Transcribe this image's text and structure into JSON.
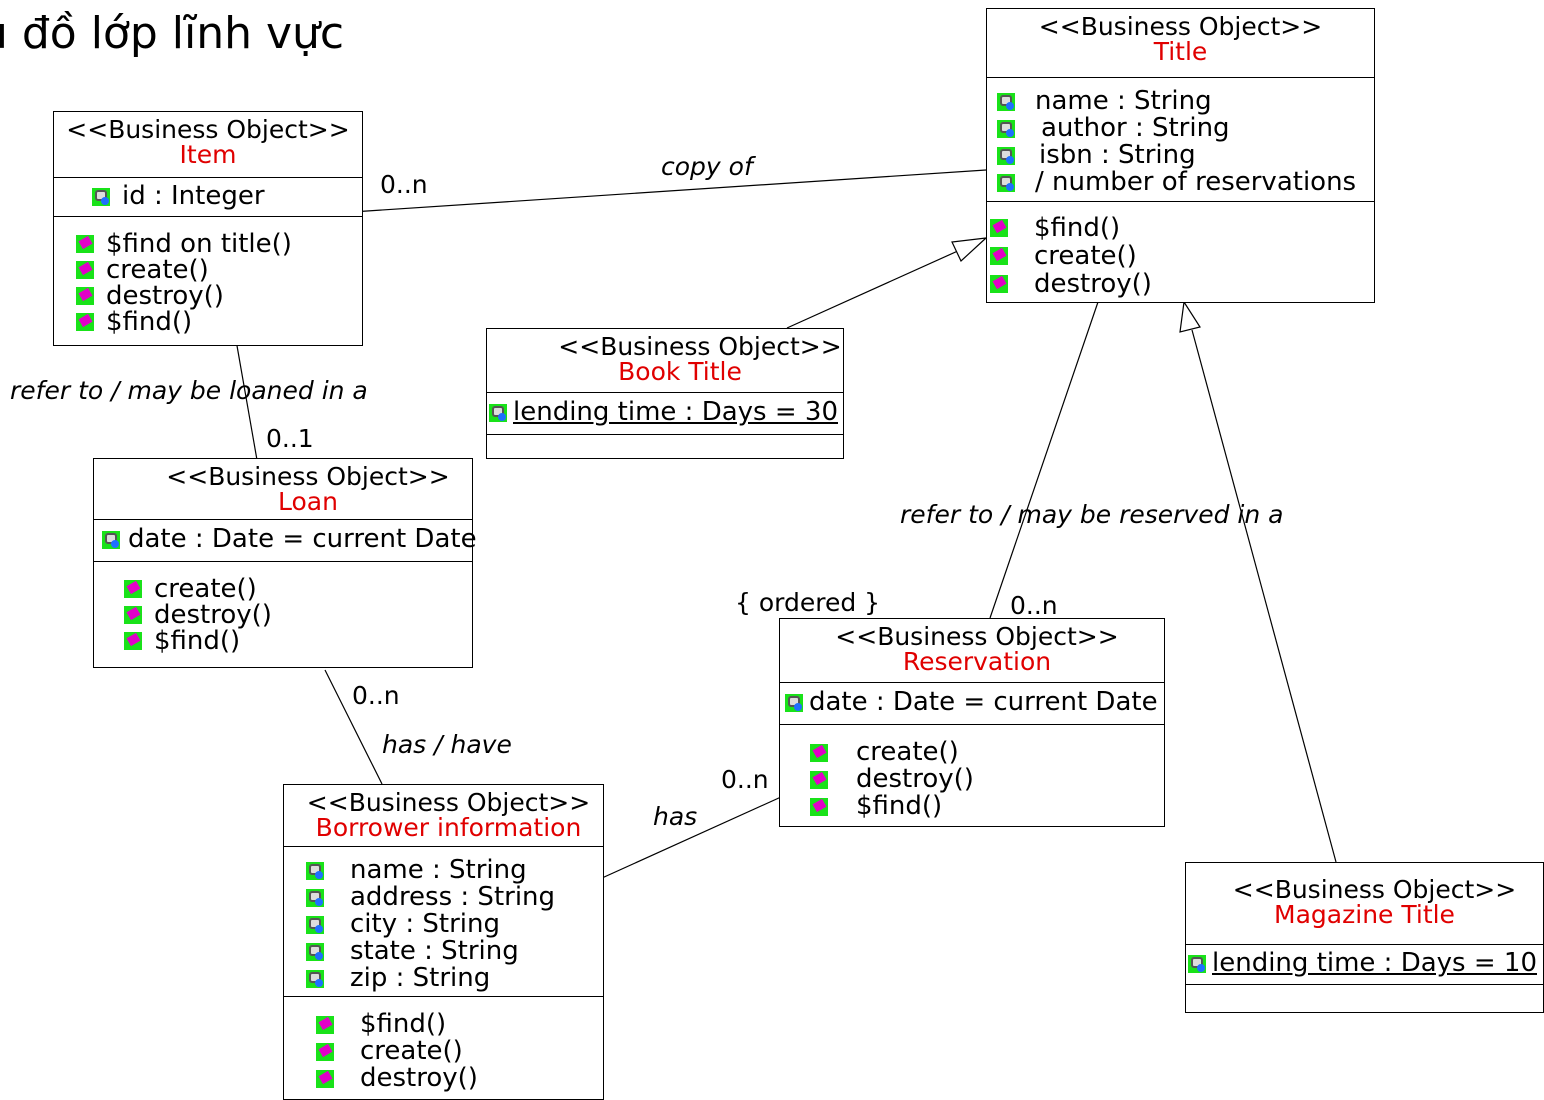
{
  "page_title": "u đồ lớp lĩnh vực",
  "classes": {
    "item": {
      "stereotype": "<<Business Object>>",
      "name": "Item",
      "attributes": [
        "id : Integer"
      ],
      "operations": [
        "$find on title()",
        "create()",
        "destroy()",
        "$find()"
      ]
    },
    "title": {
      "stereotype": "<<Business Object>>",
      "name": "Title",
      "attributes": [
        "name : String",
        "author : String",
        "isbn : String",
        "/ number of reservations"
      ],
      "operations": [
        "$find()",
        "create()",
        "destroy()"
      ]
    },
    "book_title": {
      "stereotype": "<<Business Object>>",
      "name": "Book Title",
      "attributes": [
        "lending time : Days = 30"
      ],
      "operations": []
    },
    "loan": {
      "stereotype": "<<Business Object>>",
      "name": "Loan",
      "attributes": [
        "date : Date = current Date"
      ],
      "operations": [
        "create()",
        "destroy()",
        "$find()"
      ]
    },
    "reservation": {
      "stereotype": "<<Business Object>>",
      "name": "Reservation",
      "attributes": [
        "date : Date = current Date"
      ],
      "operations": [
        "create()",
        "destroy()",
        "$find()"
      ]
    },
    "borrower": {
      "stereotype": "<<Business Object>>",
      "name": "Borrower information",
      "attributes": [
        "name : String",
        "address : String",
        "city : String",
        "state : String",
        "zip : String"
      ],
      "operations": [
        "$find()",
        "create()",
        "destroy()"
      ]
    },
    "magazine_title": {
      "stereotype": "<<Business Object>>",
      "name": "Magazine Title",
      "attributes": [
        "lending time : Days = 10"
      ],
      "operations": []
    }
  },
  "associations": {
    "copy_of": {
      "label": "copy of",
      "mult_item": "0..n"
    },
    "loaned_in": {
      "label": "refer to / may be loaned in a",
      "mult_loan": "0..1"
    },
    "reserved_in": {
      "label": "refer to / may be reserved in a",
      "mult_reservation": "0..n",
      "constraint": "{ ordered }"
    },
    "has_have": {
      "label": "has / have",
      "mult_loan": "0..n"
    },
    "has": {
      "label": "has",
      "mult_reservation": "0..n"
    }
  },
  "colors": {
    "class_name": "#e00000",
    "icon_bg": "#19e219",
    "op_icon": "#e200c8",
    "attr_badge": "#1e6fff"
  },
  "icons": {
    "attribute": "lock-attribute-icon",
    "operation": "operation-icon"
  }
}
